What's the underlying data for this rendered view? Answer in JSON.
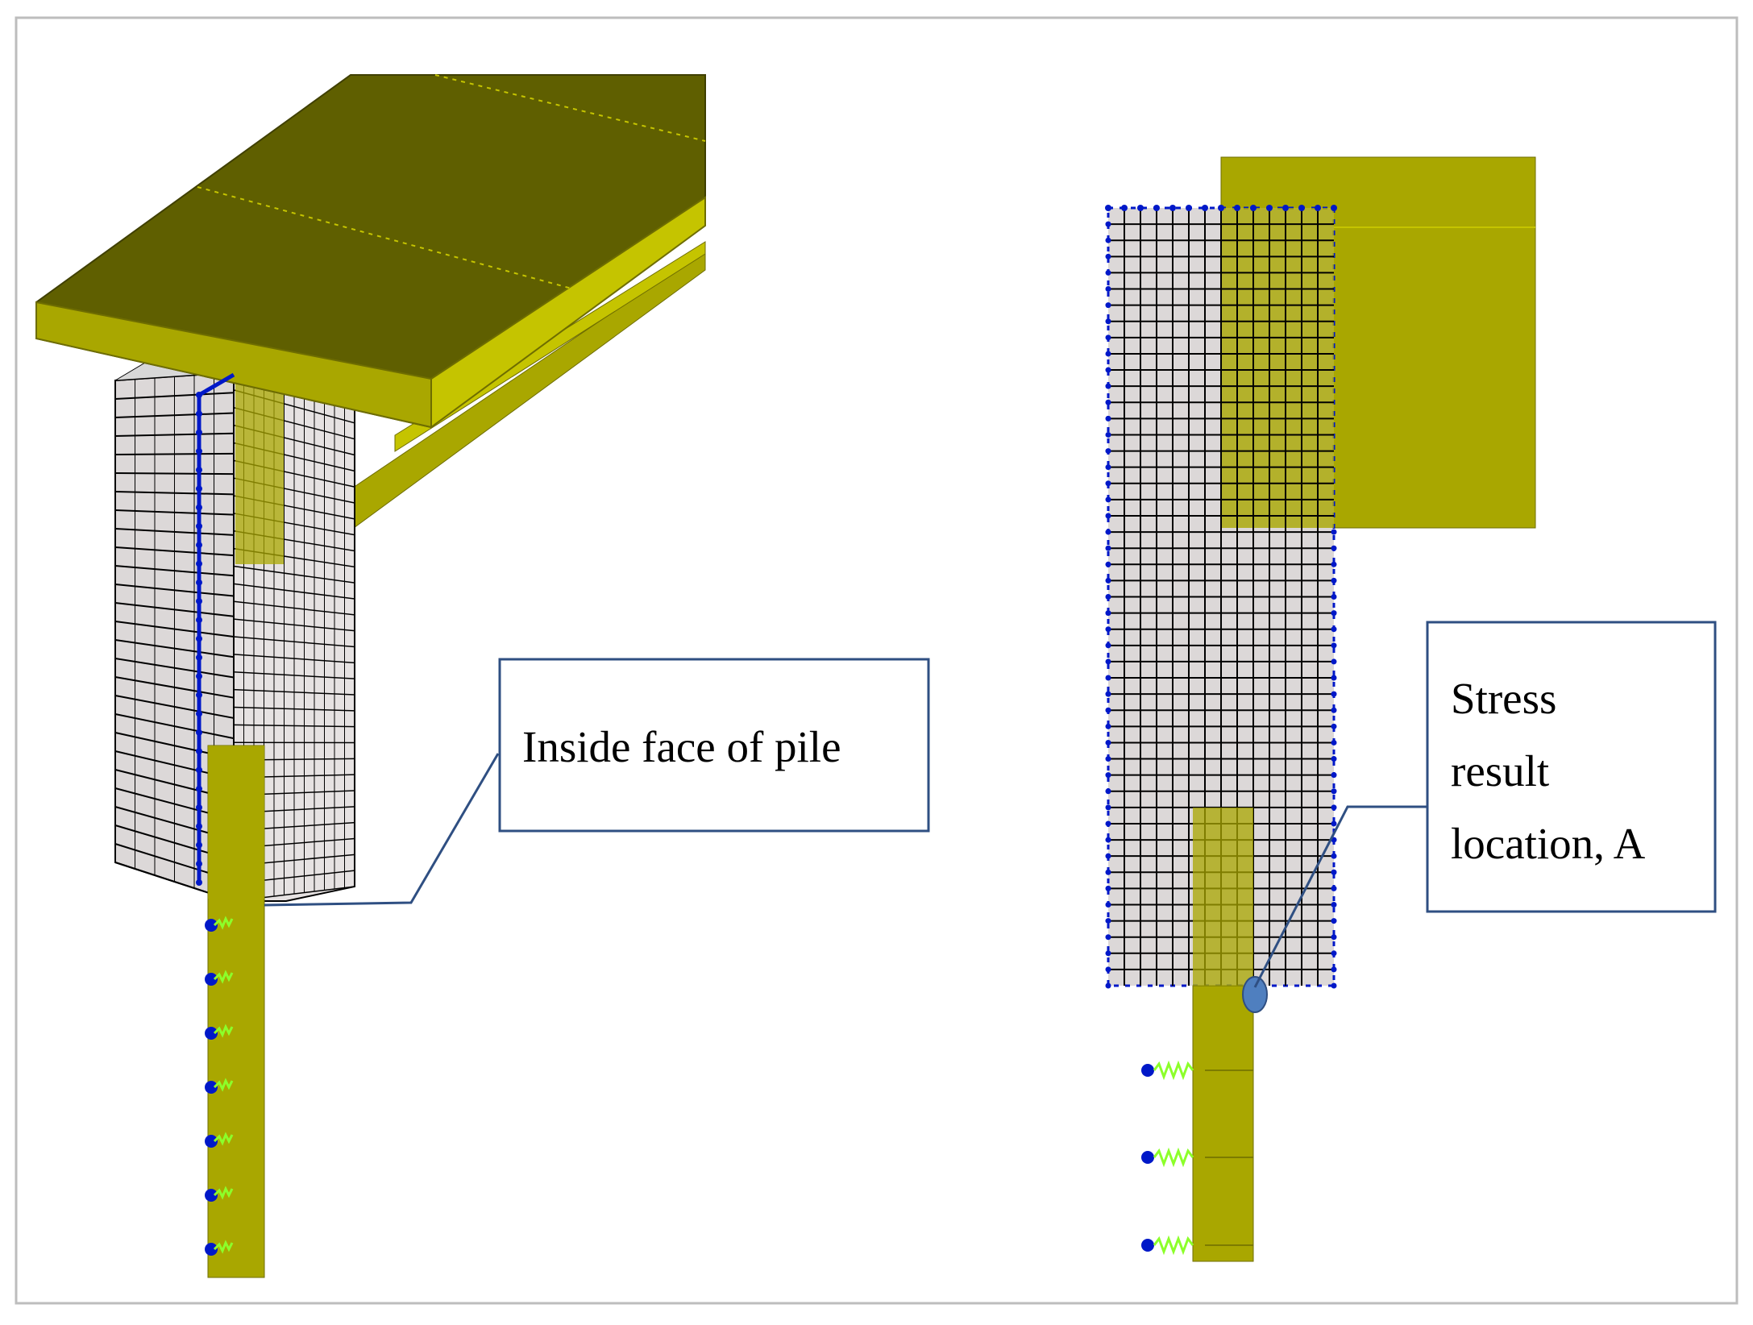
{
  "callouts": {
    "left": {
      "text": "Inside face of pile"
    },
    "right": {
      "lines": [
        "Stress",
        "result",
        "location, A"
      ]
    }
  },
  "colors": {
    "deck_top": "#5f5f00",
    "deck_side": "#a9a700",
    "deck_edge": "#c5c400",
    "mesh_fill": "#dcd8d8",
    "mesh_line": "#000000",
    "node_blue": "#0018c8",
    "spring_green": "#8cff2a",
    "callout_border": "#2f4f82",
    "marker_fill": "#4f7fbf",
    "frame_border": "#bdbdbd"
  },
  "icons": {
    "node": "blue-node-dot-icon",
    "spring": "green-spring-icon",
    "marker": "stress-location-marker-icon"
  }
}
